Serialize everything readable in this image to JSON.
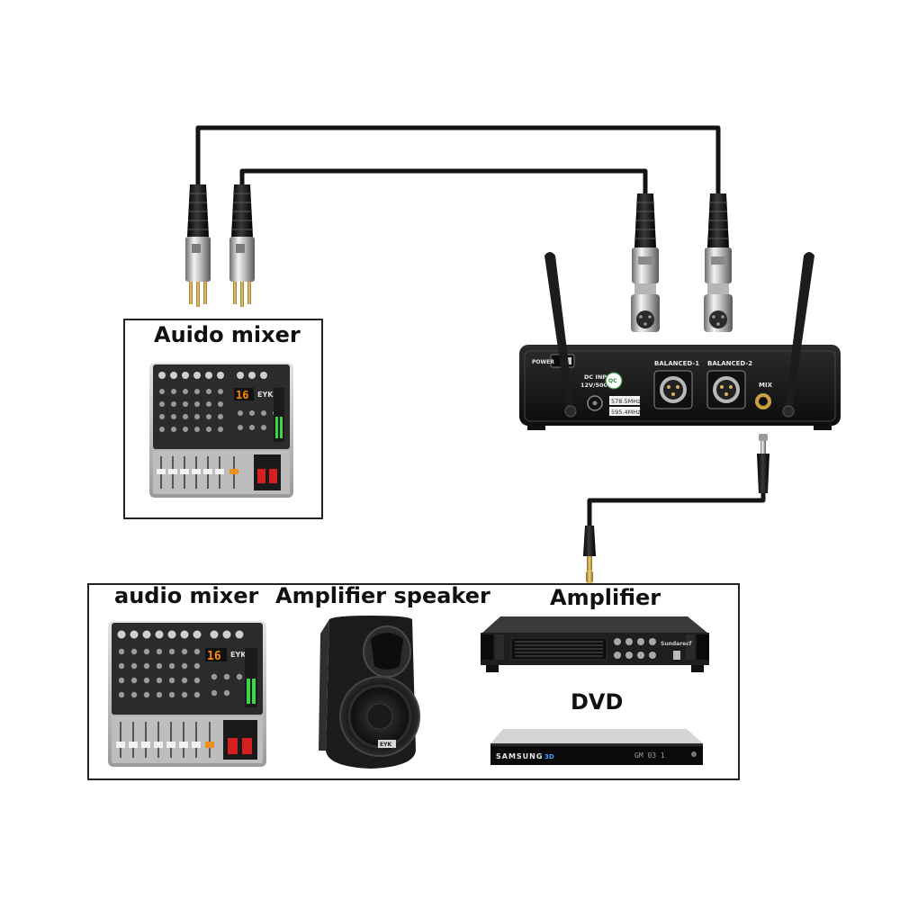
{
  "labels": {
    "top_mixer": "Auido mixer",
    "bottom_mixer": "audio mixer",
    "speaker": "Amplifier speaker",
    "amplifier": "Amplifier",
    "dvd": "DVD"
  },
  "receiver": {
    "power": "POWER",
    "dc_input_1": "DC INPUT",
    "dc_input_2": "12V/500MA",
    "qc": "QC",
    "freq_1": "578.5MHz",
    "freq_2": "595.4MHz",
    "balanced_1": "BALANCED-1",
    "balanced_2": "BALANCED-2",
    "mix": "MIX"
  },
  "mixer": {
    "display": "16",
    "brand": "EYK"
  },
  "speaker_brand": "EYK",
  "amplifier_brand": "Sundarecf",
  "dvd_brand": "SAMSUNG",
  "dvd_display": "GM 03 1",
  "icons": [
    "xlr-male-plug-icon",
    "xlr-female-plug-icon",
    "jack-plug-icon",
    "antenna-icon"
  ],
  "colors": {
    "cable": "#141414",
    "receiver_body": "#1a1a1a",
    "mixer_panel": "#2b2b2b",
    "mixer_fader_area": "#b8b8b8",
    "fader_red": "#d42020",
    "fader_orange": "#f0901c",
    "display_orange": "#ff8a00"
  }
}
